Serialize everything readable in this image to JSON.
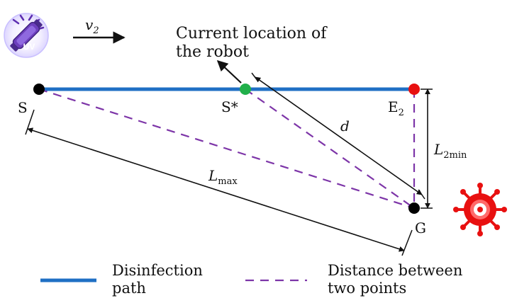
{
  "diagram": {
    "robot_label_line1": "Current location of",
    "robot_label_line2": "the robot",
    "velocity_symbol": "v",
    "velocity_sub": "2",
    "uv_badge_text": "UV",
    "points": {
      "start": "S",
      "current": "S*",
      "end_symbol": "E",
      "end_sub": "2",
      "goal": "G"
    },
    "distances": {
      "d_label": "d",
      "lmax_symbol": "L",
      "lmax_sub": "max",
      "l2min_symbol": "L",
      "l2min_sub": "2min"
    },
    "legend": {
      "path_line1": "Disinfection",
      "path_line2": "path",
      "distance_line1": "Distance between",
      "distance_line2": "two points"
    },
    "colors": {
      "path": "#1f6fc4",
      "dashed": "#7d35a8",
      "start_point": "#000000",
      "current_point": "#21b04a",
      "end_point": "#e81010",
      "goal_point": "#000000",
      "virus": "#e81010",
      "uv_lamp": "#6d3fbd"
    }
  }
}
